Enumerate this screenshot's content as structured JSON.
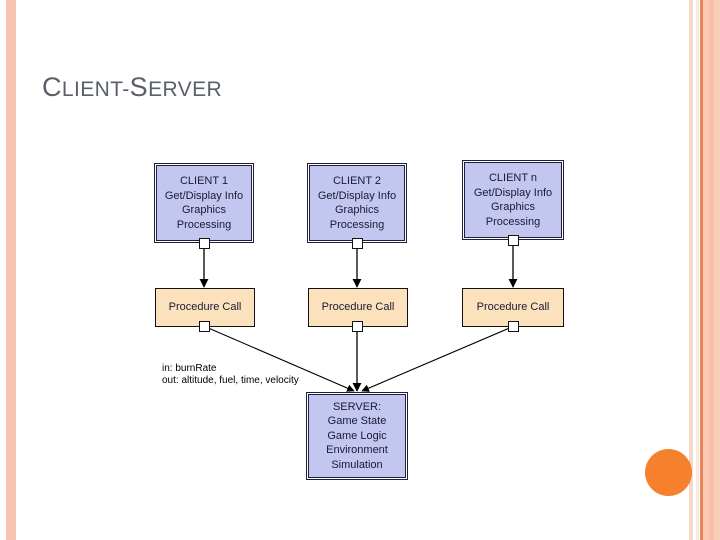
{
  "slide": {
    "title": {
      "full": "CLIENT-SERVER",
      "lead_c": "C",
      "mid": "LIENT-",
      "lead_s": "S",
      "tail": "ERVER"
    },
    "background_color": "#ffffff",
    "accent_color": "#f5812f",
    "frame_stripe_color": "#f5c3ae"
  },
  "diagram": {
    "type": "client-server-architecture",
    "client_fill": "#c3c7f0",
    "procedure_fill": "#fbe2bd",
    "clients": [
      {
        "id": "client-1",
        "lines": [
          "CLIENT 1",
          "Get/Display Info",
          "Graphics",
          "Processing"
        ],
        "procedure": {
          "id": "procedure-call-1",
          "label": "Procedure Call"
        }
      },
      {
        "id": "client-2",
        "lines": [
          "CLIENT 2",
          "Get/Display Info",
          "Graphics",
          "Processing"
        ],
        "procedure": {
          "id": "procedure-call-2",
          "label": "Procedure Call"
        }
      },
      {
        "id": "client-n",
        "lines": [
          "CLIENT n",
          "Get/Display Info",
          "Graphics",
          "Processing"
        ],
        "procedure": {
          "id": "procedure-call-n",
          "label": "Procedure Call"
        }
      }
    ],
    "server": {
      "id": "server",
      "lines": [
        "SERVER:",
        "Game State",
        "Game Logic",
        "Environment",
        "Simulation"
      ]
    },
    "annotation": {
      "in": "in: burnRate",
      "out": "out: altitude, fuel, time, velocity"
    }
  }
}
